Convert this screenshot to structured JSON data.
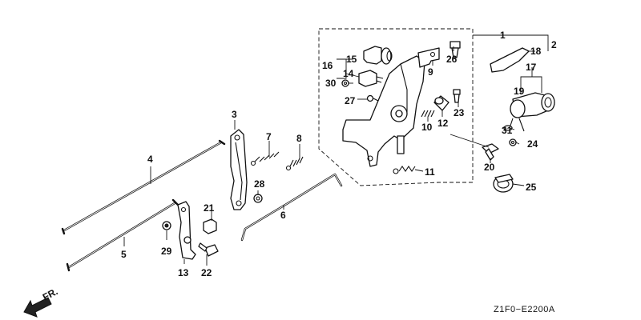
{
  "labels": {
    "p1": "1",
    "p2": "2",
    "p3": "3",
    "p4": "4",
    "p5": "5",
    "p6": "6",
    "p7": "7",
    "p8": "8",
    "p9": "9",
    "p10": "10",
    "p11": "11",
    "p12": "12",
    "p13": "13",
    "p14": "14",
    "p15": "15",
    "p16": "16",
    "p17": "17",
    "p18": "18",
    "p19": "19",
    "p20": "20",
    "p21": "21",
    "p22": "22",
    "p23": "23",
    "p24": "24",
    "p25": "25",
    "p26": "26",
    "p27": "27",
    "p28": "28",
    "p29": "29",
    "p30": "30",
    "p31": "31"
  },
  "front_marker": "FR.",
  "diagram_code": "Z1F0−E2200A"
}
